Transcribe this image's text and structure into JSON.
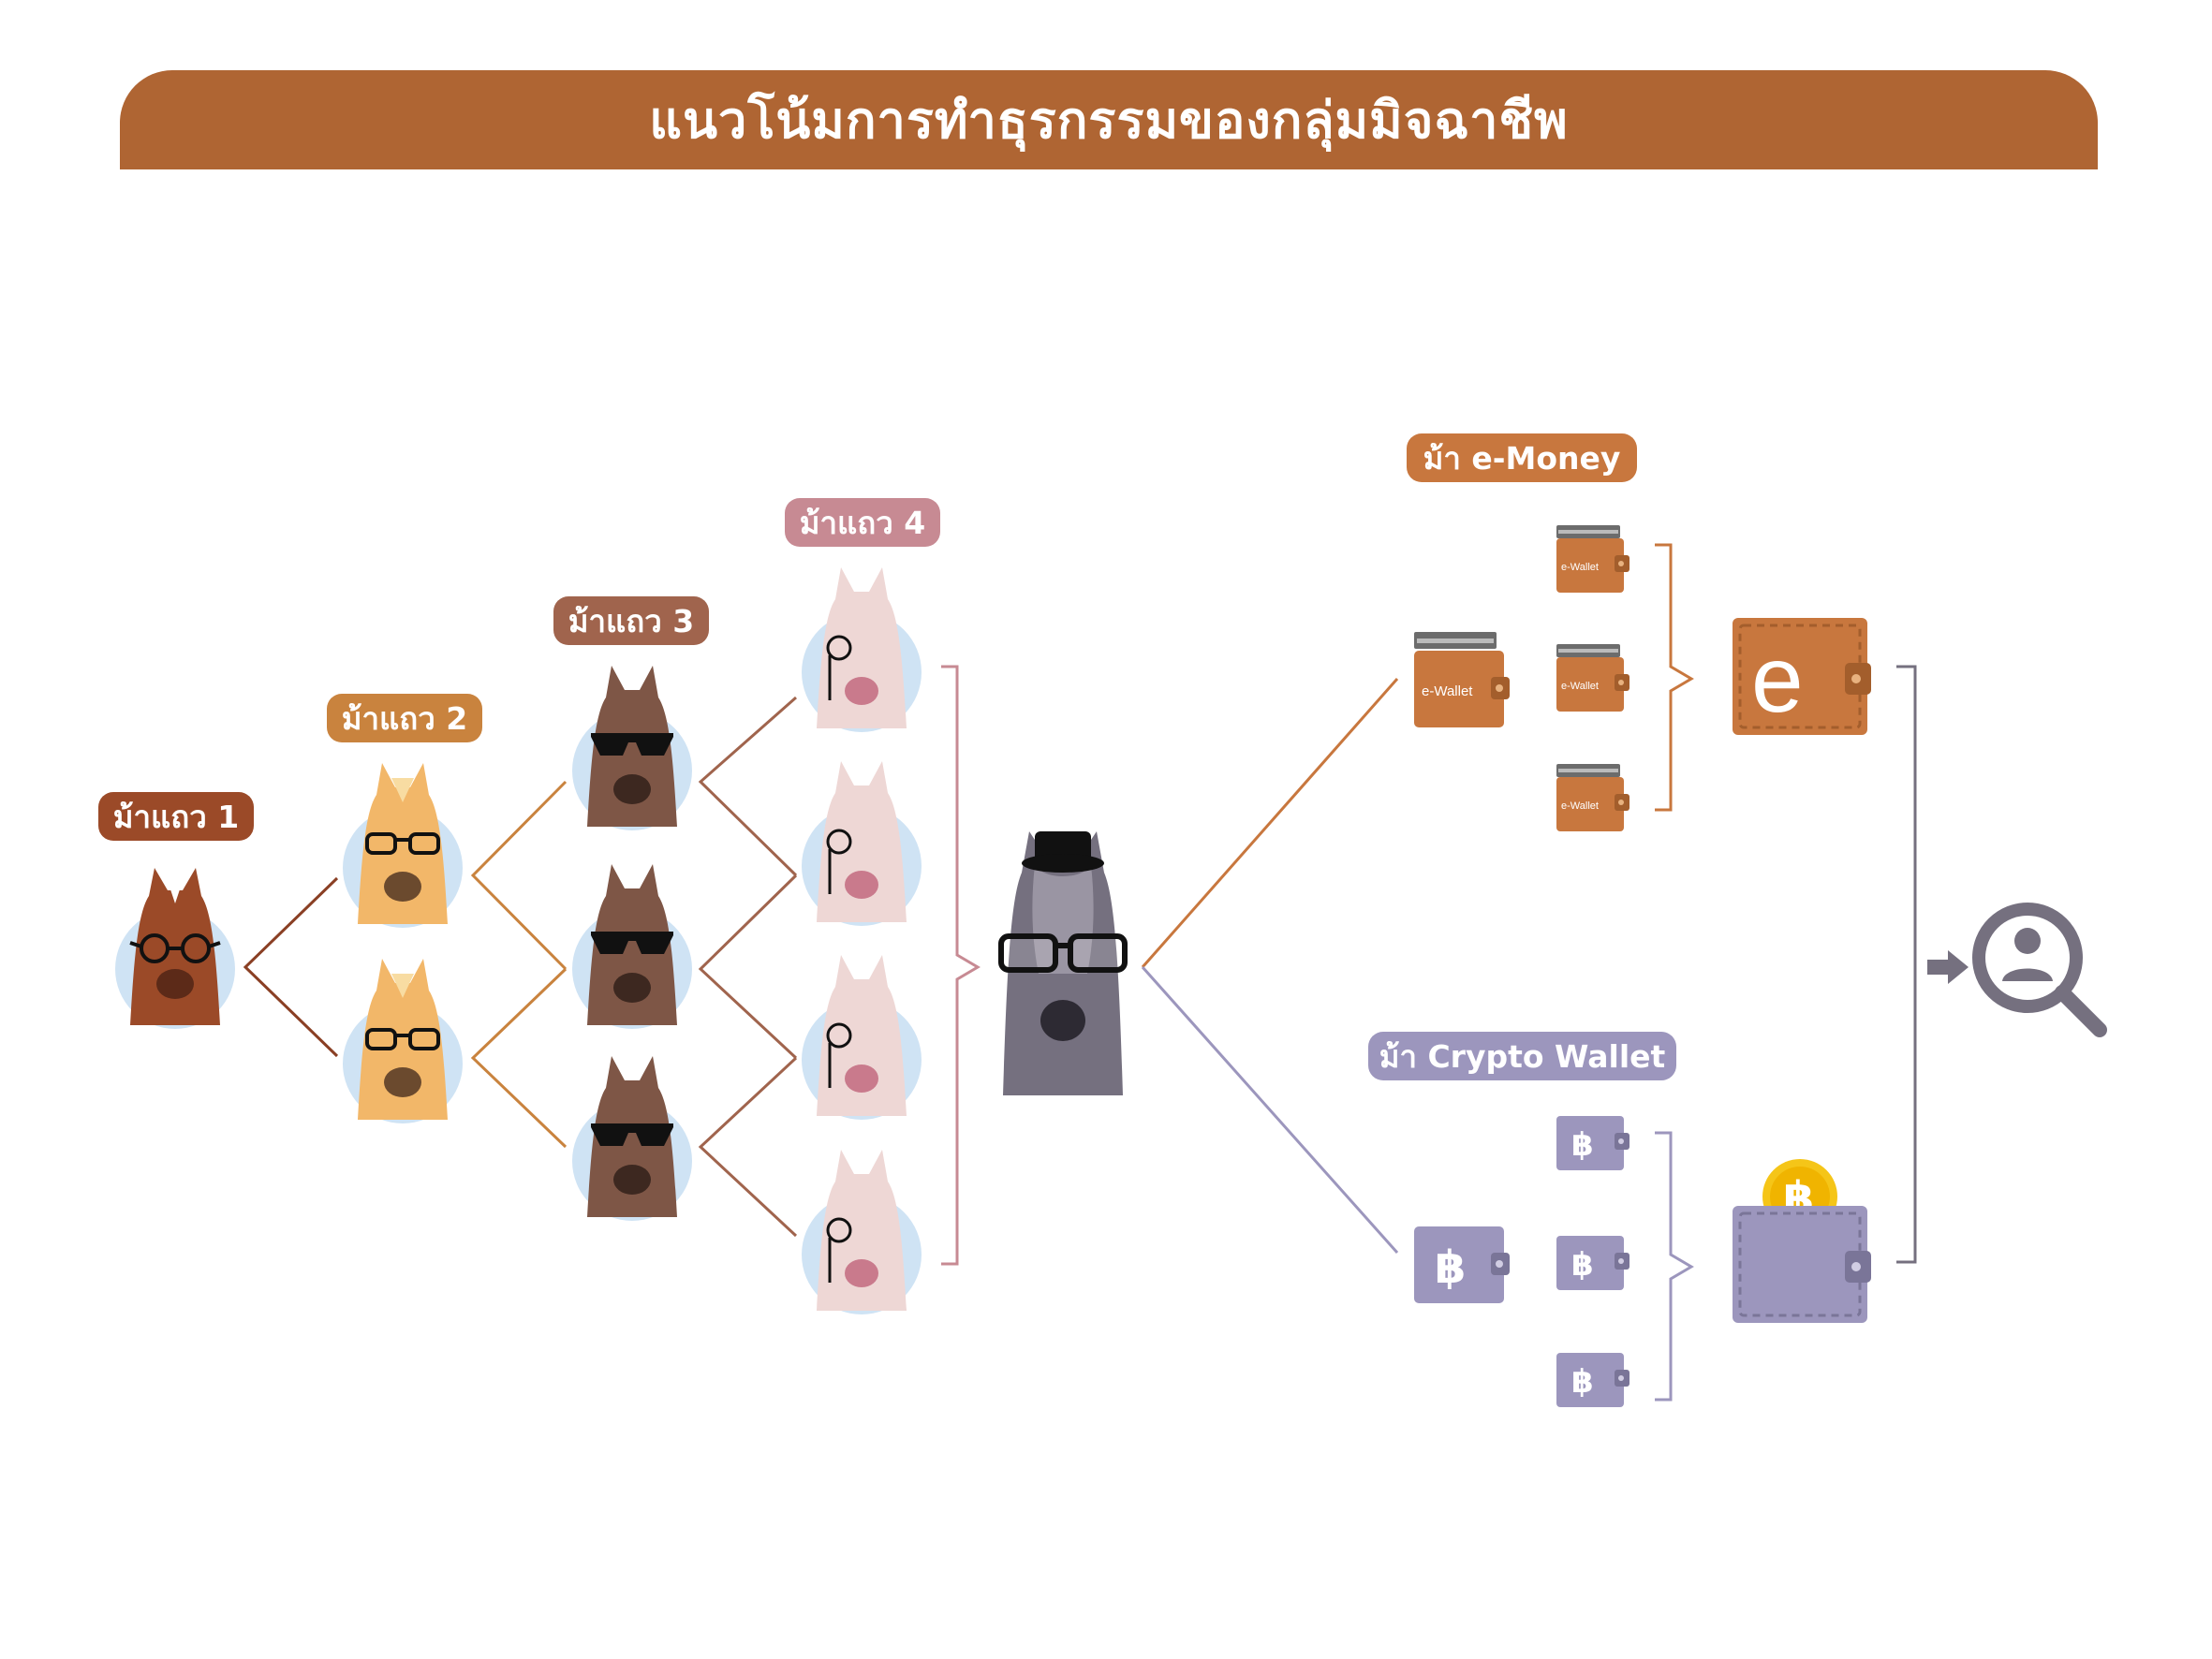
{
  "title": "แนวโน้มการทำธุรกรรมของกลุ่มมิจฉาชีพ",
  "tiers": {
    "row1": "ม้าแถว 1",
    "row2": "ม้าแถว 2",
    "row3": "ม้าแถว 3",
    "row4": "ม้าแถว 4"
  },
  "emoney": {
    "label": "ม้า e-Money",
    "wallet_text": "e-Wallet",
    "big_letter": "e"
  },
  "crypto": {
    "label": "ม้า Crypto Wallet",
    "symbol": "฿"
  },
  "colors": {
    "title_bar": "#af6533",
    "row1": "#9b4a28",
    "row2": "#c9833e",
    "row3": "#a0644d",
    "row4": "#c78a93",
    "emoney": "#c8773e",
    "crypto": "#9c96bd",
    "boss": "#75707f",
    "circle": "#cfe3f4"
  },
  "icons": [
    "horse-icon",
    "glasses-icon",
    "sunglasses-icon",
    "monocle-icon",
    "top-hat-icon",
    "wallet-icon",
    "bitcoin-coin-icon",
    "user-search-icon",
    "arrow-right-icon"
  ]
}
